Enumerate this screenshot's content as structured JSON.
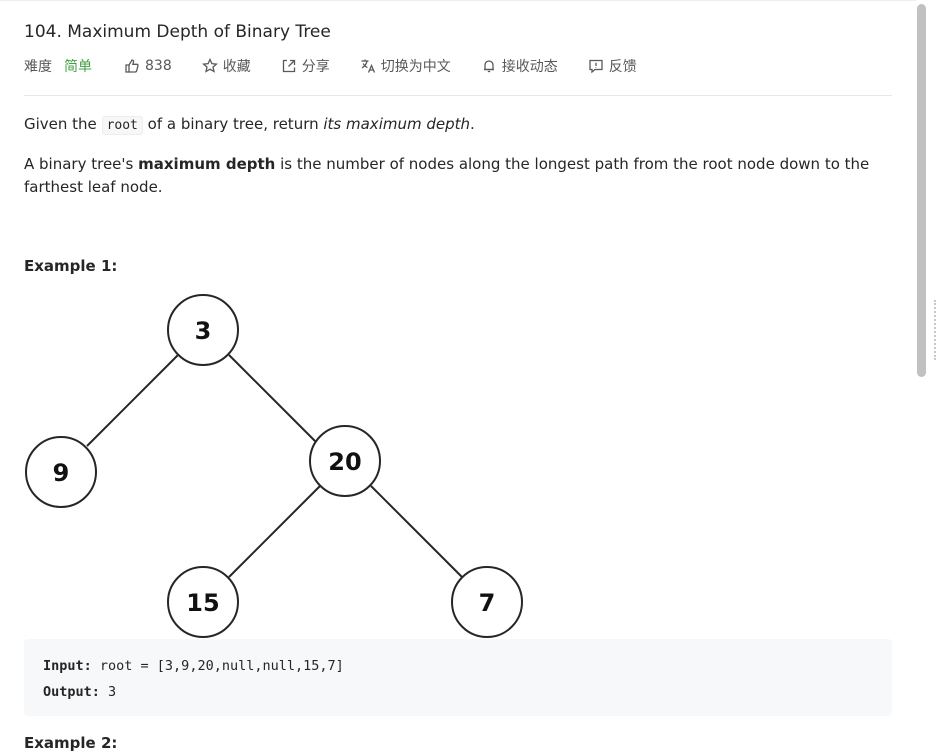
{
  "problem": {
    "title": "104. Maximum Depth of Binary Tree",
    "difficulty_label": "难度",
    "difficulty": "简单",
    "likes": "838",
    "favorite_label": "收藏",
    "share_label": "分享",
    "translate_label": "切换为中文",
    "subscribe_label": "接收动态",
    "feedback_label": "反馈"
  },
  "description": {
    "p1_before": "Given the ",
    "p1_code": "root",
    "p1_middle": " of a binary tree, return ",
    "p1_italic": "its maximum depth",
    "p1_end": ".",
    "p2_before": "A binary tree's ",
    "p2_bold": "maximum depth",
    "p2_after": " is the number of nodes along the longest path from the root node down to the farthest leaf node."
  },
  "example1": {
    "heading": "Example 1:",
    "tree_nodes": [
      "3",
      "9",
      "20",
      "15",
      "7"
    ],
    "input_label": "Input:",
    "input_value": " root = [3,9,20,null,null,15,7]",
    "output_label": "Output:",
    "output_value": " 3"
  },
  "example2": {
    "heading": "Example 2:"
  },
  "colors": {
    "difficulty_easy": "#43a047",
    "code_block_bg": "#f7f8fa"
  }
}
